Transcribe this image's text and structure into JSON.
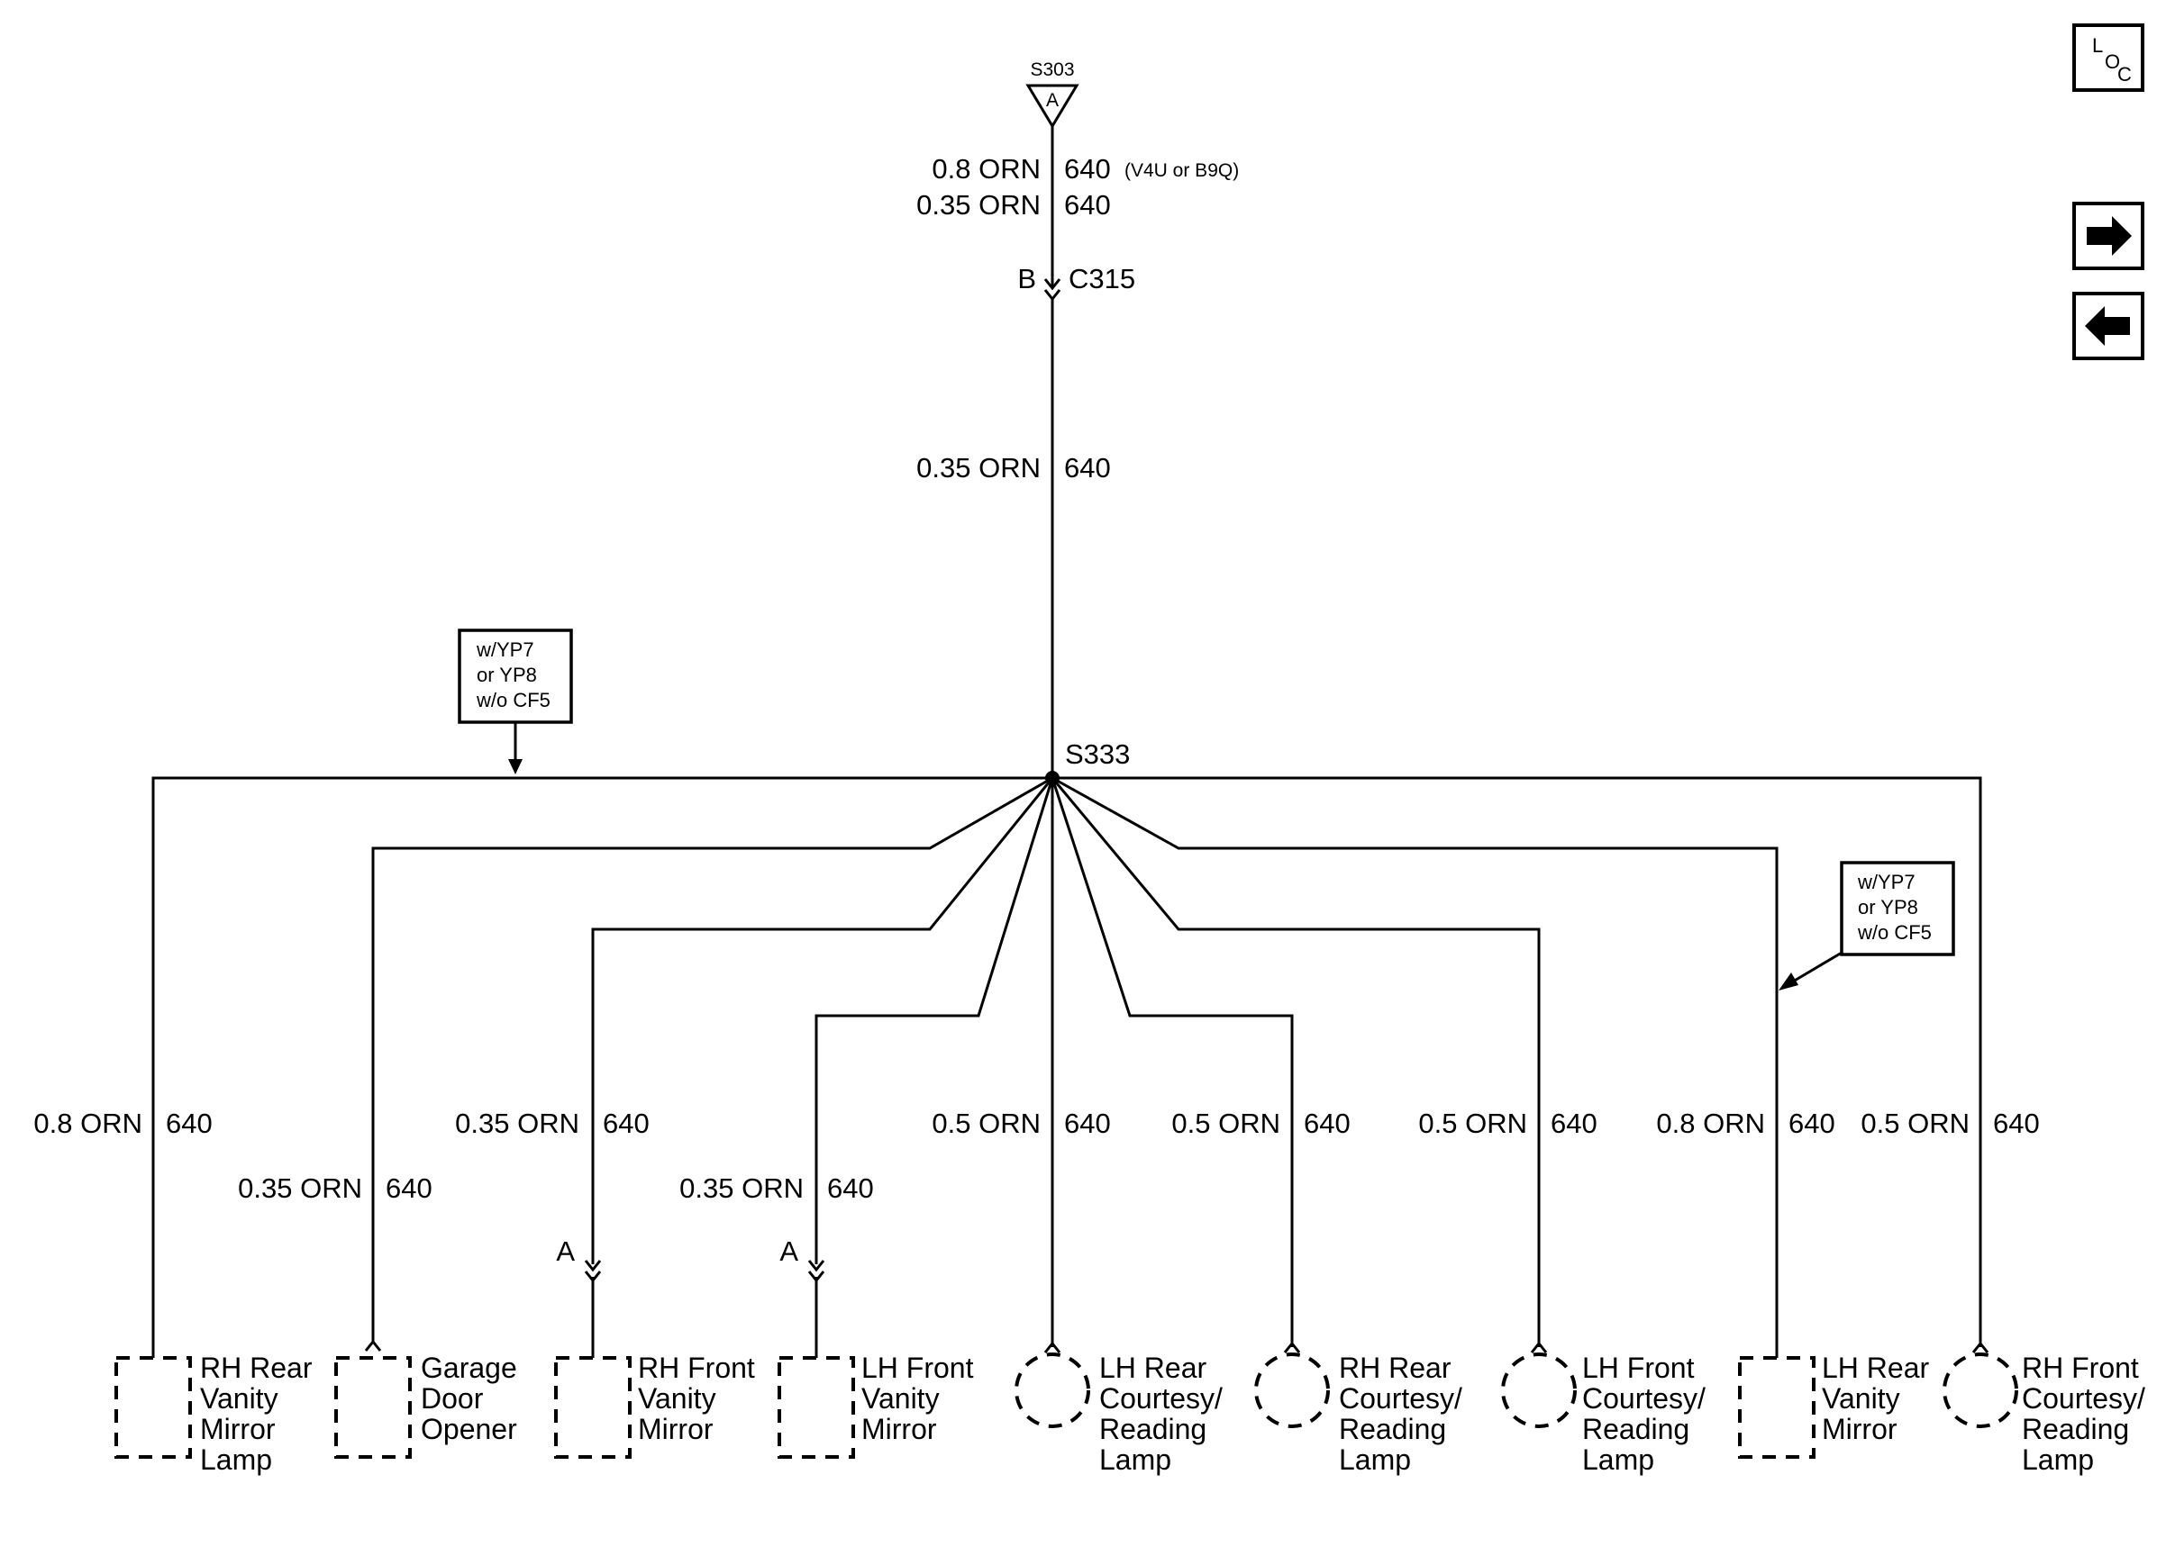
{
  "splice_top": {
    "id": "S303",
    "pin": "A"
  },
  "feed_wire": {
    "line1_gauge": "0.8 ORN",
    "line1_circuit": "640",
    "line1_note": "(V4U or B9Q)",
    "line2_gauge": "0.35 ORN",
    "line2_circuit": "640"
  },
  "connector_c315": {
    "id": "C315",
    "pin": "B"
  },
  "mid_wire": {
    "gauge": "0.35 ORN",
    "circuit": "640"
  },
  "splice_main": {
    "id": "S333"
  },
  "option_note_left": {
    "lines": [
      "w/YP7",
      "or YP8",
      "w/o CF5"
    ]
  },
  "option_note_right": {
    "lines": [
      "w/YP7",
      "or YP8",
      "w/o CF5"
    ]
  },
  "branches": [
    {
      "gauge": "0.8 ORN",
      "circuit": "640",
      "connector_pin": "",
      "component": [
        "RH Rear",
        "Vanity",
        "Mirror",
        "Lamp"
      ]
    },
    {
      "gauge": "0.35 ORN",
      "circuit": "640",
      "connector_pin": "",
      "component": [
        "Garage",
        "Door",
        "Opener"
      ]
    },
    {
      "gauge": "0.35 ORN",
      "circuit": "640",
      "connector_pin": "A",
      "component": [
        "RH Front",
        "Vanity",
        "Mirror"
      ]
    },
    {
      "gauge": "0.35 ORN",
      "circuit": "640",
      "connector_pin": "A",
      "component": [
        "LH Front",
        "Vanity",
        "Mirror"
      ]
    },
    {
      "gauge": "0.5 ORN",
      "circuit": "640",
      "connector_pin": "",
      "component": [
        "LH Rear",
        "Courtesy/",
        "Reading",
        "Lamp"
      ]
    },
    {
      "gauge": "0.5 ORN",
      "circuit": "640",
      "connector_pin": "",
      "component": [
        "RH Rear",
        "Courtesy/",
        "Reading",
        "Lamp"
      ]
    },
    {
      "gauge": "0.5 ORN",
      "circuit": "640",
      "connector_pin": "",
      "component": [
        "LH Front",
        "Courtesy/",
        "Reading",
        "Lamp"
      ]
    },
    {
      "gauge": "0.8 ORN",
      "circuit": "640",
      "connector_pin": "",
      "component": [
        "LH Rear",
        "Vanity",
        "Mirror"
      ]
    },
    {
      "gauge": "0.5 ORN",
      "circuit": "640",
      "connector_pin": "",
      "component": [
        "RH Front",
        "Courtesy/",
        "Reading",
        "Lamp"
      ]
    }
  ],
  "nav": {
    "loc_l": "L",
    "loc_o": "O",
    "loc_c": "C",
    "next_icon": "right-arrow-icon",
    "prev_icon": "left-arrow-icon"
  }
}
